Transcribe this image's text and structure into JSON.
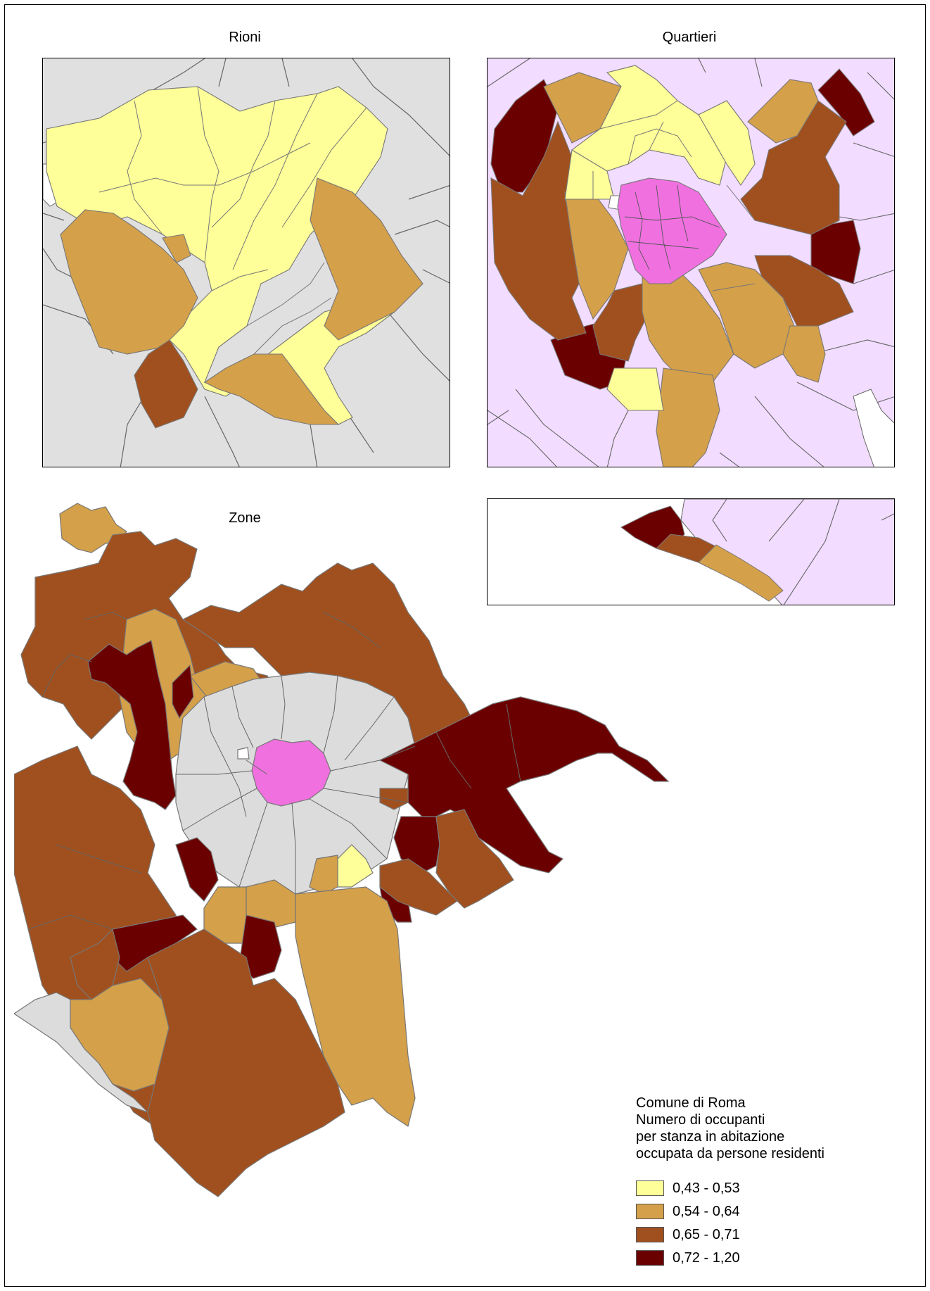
{
  "titles": {
    "rioni": "Rioni",
    "quartieri": "Quartieri",
    "zone": "Zone"
  },
  "legend": {
    "title_lines": [
      "Comune di Roma",
      "Numero di occupanti",
      "per stanza in abitazione",
      "occupata da persone residenti"
    ],
    "classes": [
      {
        "label": "0,43 - 0,53",
        "color": "#ffff99"
      },
      {
        "label": "0,54 - 0,64",
        "color": "#d4a04a"
      },
      {
        "label": "0,65 - 0,71",
        "color": "#a0501e"
      },
      {
        "label": "0,72 - 1,20",
        "color": "#6b0000"
      }
    ]
  },
  "colors": {
    "background_grey": "#e0e0e0",
    "outer_zone_grey": "#dcdcdc",
    "quartieri_background": "#f2dcff",
    "centro_pink": "#f070e0",
    "boundary": "#666666"
  }
}
